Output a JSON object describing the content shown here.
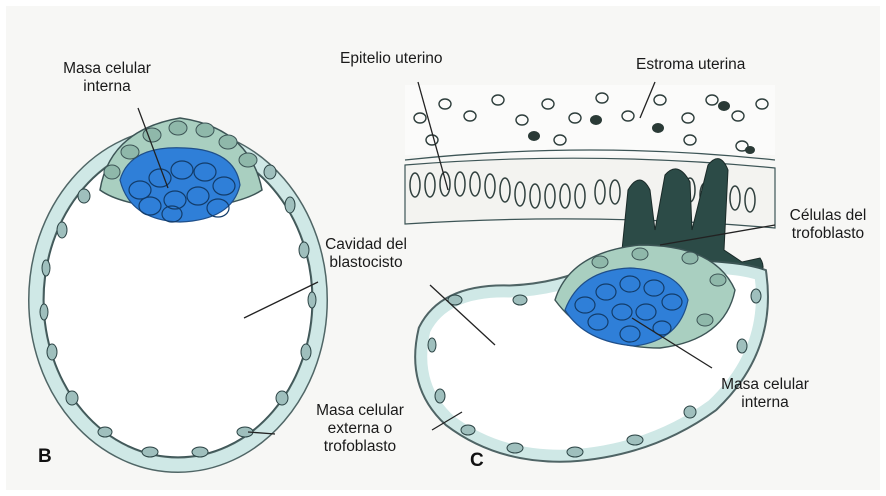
{
  "figure": {
    "panel_b": {
      "letter": "B",
      "labels": {
        "inner_cell_mass": [
          "Masa celular",
          "interna"
        ],
        "cavity": [
          "Cavidad del",
          "blastocisto"
        ],
        "outer_cell_mass": [
          "Masa celular",
          "externa o",
          "trofoblasto"
        ]
      }
    },
    "panel_c": {
      "letter": "C",
      "labels": {
        "epithelium": "Epitelio uterino",
        "stroma": "Estroma uterina",
        "trophoblast_cells": [
          "Células del",
          "trofoblasto"
        ],
        "inner_cell_mass": [
          "Masa celular",
          "interna"
        ]
      }
    }
  },
  "colors": {
    "background": "#ffffff",
    "trophoblast_fill": "#cfe8e6",
    "inner_mass_blue": "#2f7fd8",
    "outline": "#3d5556",
    "dark_cells": "#2a3a36"
  }
}
